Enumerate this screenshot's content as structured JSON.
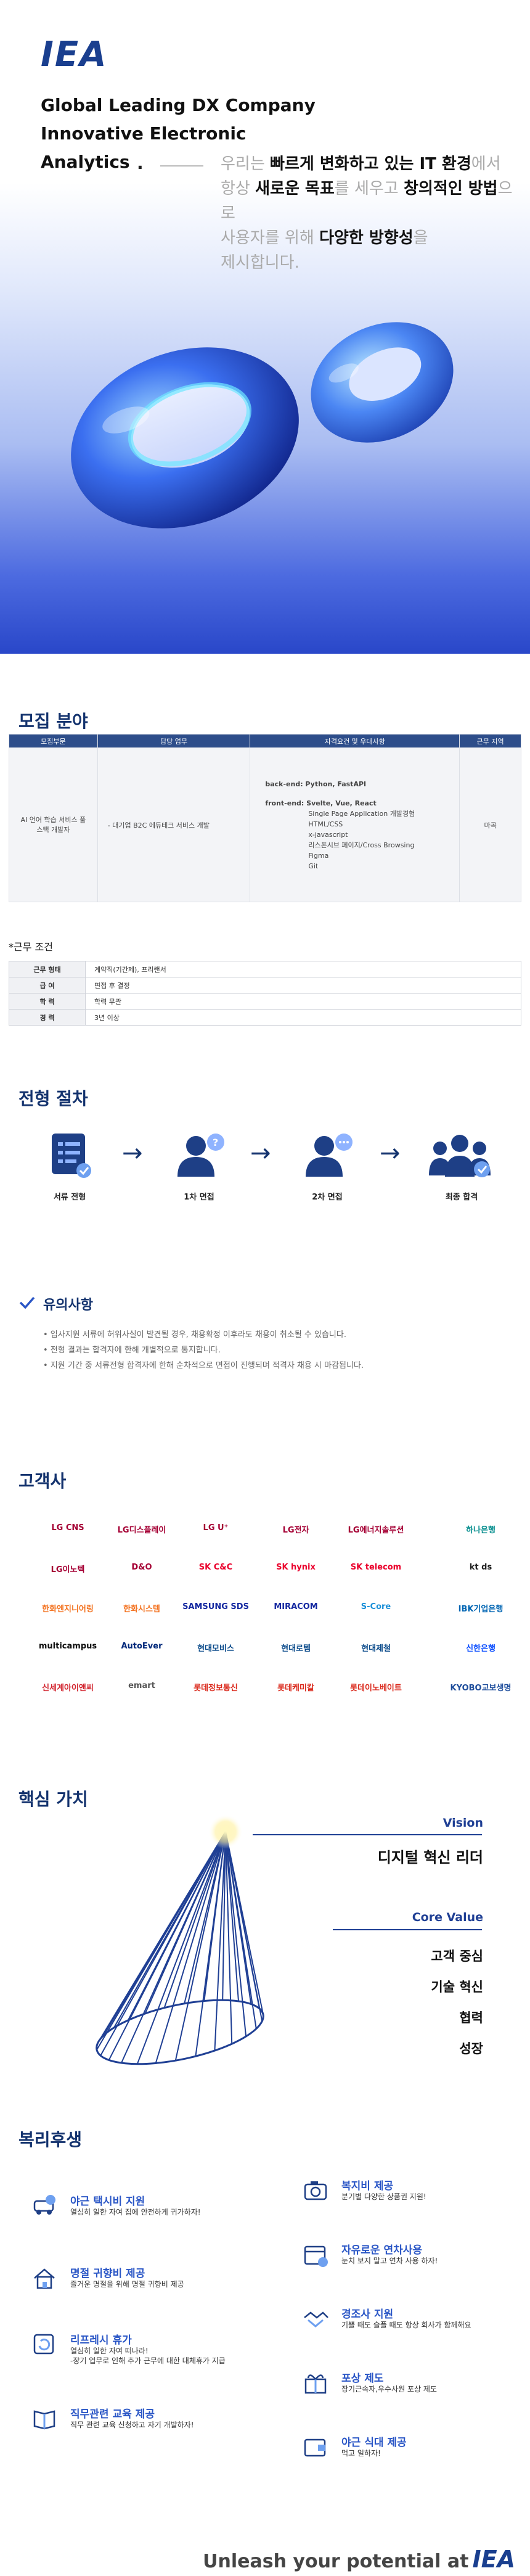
{
  "hero": {
    "logo": "IEA",
    "slogan": [
      "Global Leading DX Company",
      "Innovative Electronic",
      "Analytics"
    ],
    "slogan_dot": ".",
    "intro": [
      {
        "t": "우리는 ",
        "b": false
      },
      {
        "t": "빠르게 변화하고 있는 IT 환경",
        "b": true
      },
      {
        "t": "에서 ",
        "b": false
      },
      {
        "t": "항상 ",
        "b": false
      },
      {
        "t": "새로운 목표",
        "b": true
      },
      {
        "t": "를 세우고 ",
        "b": false
      },
      {
        "t": "창의적인 방법",
        "b": true
      },
      {
        "t": "으로 ",
        "b": false
      },
      {
        "t": "사용자를 위해 ",
        "b": false
      },
      {
        "t": "다양한 방향성",
        "b": true
      },
      {
        "t": "을 ",
        "b": false
      },
      {
        "t": "제시합니다.",
        "b": false
      }
    ]
  },
  "recruit": {
    "title": "모집 분야",
    "headers": [
      "모집부문",
      "담당 업무",
      "자격요건 및 우대사항",
      "근무 지역"
    ],
    "row": {
      "field": "AI 언어 학습 서비스 풀스택 개발자",
      "duty": "- 대기업 B2C 에듀테크 서비스 개발",
      "req_title1": "back-end: Python, FastAPI",
      "req_title2": "front-end: Svelte, Vue, React",
      "req_items": [
        "Single Page Application 개발경험",
        "HTML/CSS",
        "x-javascript",
        "리스폰시브 페이지/Cross Browsing",
        "Figma",
        "Git"
      ],
      "location": "마곡"
    }
  },
  "conditions": {
    "label": "*근무 조건",
    "rows": [
      {
        "k": "근무 형태",
        "v": "계약직(기간제), 프리랜서"
      },
      {
        "k": "급 여",
        "v": "면접 후 결정"
      },
      {
        "k": "학 력",
        "v": "학력 무관"
      },
      {
        "k": "경 력",
        "v": "3년 이상"
      }
    ]
  },
  "process": {
    "title": "전형 절차",
    "steps": [
      "서류 전형",
      "1차 면접",
      "2차 면접",
      "최종 합격"
    ]
  },
  "notice": {
    "title": "유의사항",
    "items": [
      "• 입사지원 서류에 허위사실이 발견될 경우, 채용확정 이후라도 채용이 취소될 수 있습니다.",
      "• 전형 결과는 합격자에 한해 개별적으로 통지합니다.",
      "• 지원 기간 중 서류전형 합격자에 한해 순차적으로 면접이 진행되며 적격자 채용 시 마감됩니다."
    ]
  },
  "clients": {
    "title": "고객사",
    "items": [
      {
        "n": "LG CNS",
        "c": "#a50034"
      },
      {
        "n": "LG디스플레이",
        "c": "#a50034"
      },
      {
        "n": "LG U⁺",
        "c": "#a50034"
      },
      {
        "n": "LG전자",
        "c": "#a50034"
      },
      {
        "n": "LG에너지솔루션",
        "c": "#a50034"
      },
      {
        "n": "하나은행",
        "c": "#008c8c"
      },
      {
        "n": "LG이노텍",
        "c": "#a50034"
      },
      {
        "n": "D&O",
        "c": "#a50034"
      },
      {
        "n": "SK C&C",
        "c": "#ea002c"
      },
      {
        "n": "SK hynix",
        "c": "#ea002c"
      },
      {
        "n": "SK telecom",
        "c": "#ea002c"
      },
      {
        "n": "kt ds",
        "c": "#222222"
      },
      {
        "n": "한화엔지니어링",
        "c": "#f37321"
      },
      {
        "n": "한화시스템",
        "c": "#f37321"
      },
      {
        "n": "SAMSUNG SDS",
        "c": "#1428a0"
      },
      {
        "n": "MIRACOM",
        "c": "#1428a0"
      },
      {
        "n": "S-Core",
        "c": "#1a8fd8"
      },
      {
        "n": "IBK기업은행",
        "c": "#0065b3"
      },
      {
        "n": "multicampus",
        "c": "#111111"
      },
      {
        "n": "AutoEver",
        "c": "#00287a"
      },
      {
        "n": "현대모비스",
        "c": "#0a4a8a"
      },
      {
        "n": "현대로템",
        "c": "#0a4a8a"
      },
      {
        "n": "현대제철",
        "c": "#0a4a8a"
      },
      {
        "n": "신한은행",
        "c": "#0046ff"
      },
      {
        "n": "신세계아이앤씨",
        "c": "#d22630"
      },
      {
        "n": "emart",
        "c": "#555555"
      },
      {
        "n": "롯데정보통신",
        "c": "#da291c"
      },
      {
        "n": "롯데케미칼",
        "c": "#da291c"
      },
      {
        "n": "롯데이노베이트",
        "c": "#da291c"
      },
      {
        "n": "KYOBO교보생명",
        "c": "#1f4e9c"
      }
    ]
  },
  "values": {
    "title": "핵심 가치",
    "vision_label": "Vision",
    "vision_text": "디지털 혁신 리더",
    "core_label": "Core Value",
    "core_items": [
      "고객 중심",
      "기술 혁신",
      "협력",
      "성장"
    ]
  },
  "welfare": {
    "title": "복리후생",
    "items": [
      {
        "icon": "taxi-icon",
        "t": "야근 택시비 지원",
        "d": [
          "열심히 일한 자여 집에 안전하게 귀가하자!"
        ]
      },
      {
        "icon": "camera-icon",
        "t": "복지비 제공",
        "d": [
          "분기별 다양한 상품권 지원!"
        ]
      },
      {
        "icon": "home-icon",
        "t": "명절 귀향비 제공",
        "d": [
          "즐거운 명절을 위해 명절 귀향비 제공"
        ]
      },
      {
        "icon": "calendar-icon",
        "t": "자유로운 연차사용",
        "d": [
          "눈치 보지 말고 연차 사용 하자!"
        ]
      },
      {
        "icon": "refresh-icon",
        "t": "리프레시 휴가",
        "d": [
          "열심히 일한 자여 떠나라!",
          "-장기 업무로 인해 추가 근무에 대한 대체휴가 지급"
        ]
      },
      {
        "icon": "handshake-icon",
        "t": "경조사 지원",
        "d": [
          "기쁠 때도 슬플 때도 항상 회사가 함께해요"
        ]
      },
      {
        "icon": "book-icon",
        "t": "직무관련 교육 제공",
        "d": [
          "직무 관련 교육 신청하고 자기 개발하자!"
        ]
      },
      {
        "icon": "gift-icon",
        "t": "포상 제도",
        "d": [
          "장기근속자,우수사원 포상 제도"
        ]
      },
      {
        "icon": "wallet-icon",
        "t": "야근 식대 제공",
        "d": [
          "먹고 일하자!"
        ]
      }
    ]
  },
  "footer": {
    "text": "Unleash your potential at",
    "brand": "IEA"
  }
}
